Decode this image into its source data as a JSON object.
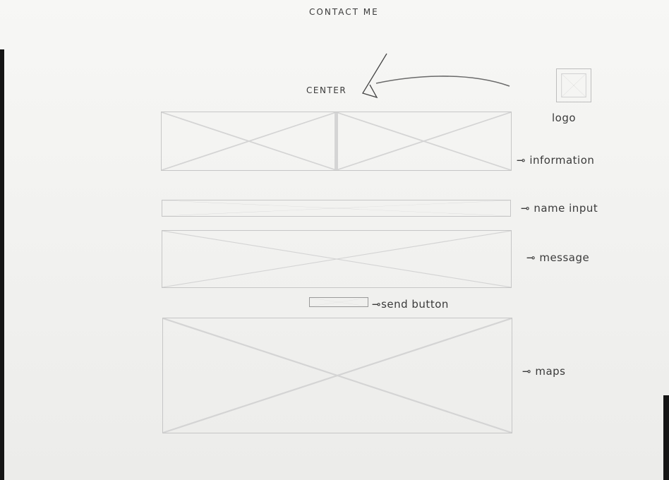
{
  "title": "CONTACT ME",
  "annotations": {
    "center": "CENTER",
    "logo": "logo",
    "information": "⊸ information",
    "name_input": "⊸ name input",
    "message": "⊸ message",
    "send_button": "⊸send button",
    "maps": "⊸ maps"
  },
  "icons": {
    "image_placeholder": "placeholder-x-icon",
    "pointer_arrow": "arrow-icon"
  },
  "colors": {
    "paper": "#f3f3f1",
    "pencil": "#3a3a3a",
    "wire": "#c6c6c6"
  }
}
